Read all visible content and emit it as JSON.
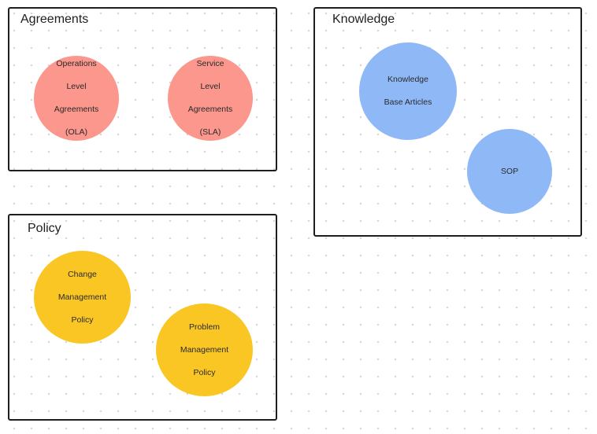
{
  "colors": {
    "frame_border": "#1e1e1e",
    "agreements_node": "#fb978c",
    "knowledge_node": "#8fb8f6",
    "policy_node": "#f9c624",
    "canvas_dots": "#d6d6d6"
  },
  "frames": {
    "agreements": {
      "title": "Agreements",
      "nodes": {
        "ola": {
          "lines": [
            "Operations",
            "Level",
            "Agreements",
            "(OLA)"
          ]
        },
        "sla": {
          "lines": [
            "Service",
            "Level",
            "Agreements",
            "(SLA)"
          ]
        }
      }
    },
    "knowledge": {
      "title": "Knowledge",
      "nodes": {
        "kba": {
          "lines": [
            "Knowledge",
            "Base Articles"
          ]
        },
        "sop": {
          "lines": [
            "SOP"
          ]
        }
      }
    },
    "policy": {
      "title": "Policy",
      "nodes": {
        "cmp": {
          "lines": [
            "Change",
            "Management",
            "Policy"
          ]
        },
        "pmp": {
          "lines": [
            "Problem",
            "Management",
            "Policy"
          ]
        }
      }
    }
  }
}
